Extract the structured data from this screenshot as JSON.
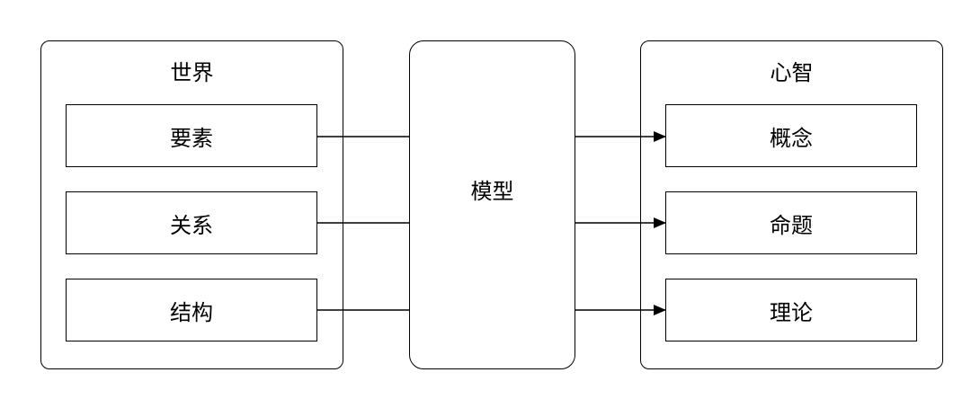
{
  "world": {
    "title": "世界",
    "items": [
      "要素",
      "关系",
      "结构"
    ]
  },
  "model": {
    "label": "模型"
  },
  "mind": {
    "title": "心智",
    "items": [
      "概念",
      "命题",
      "理论"
    ]
  },
  "colors": {
    "stroke": "#000000",
    "background": "#ffffff"
  }
}
